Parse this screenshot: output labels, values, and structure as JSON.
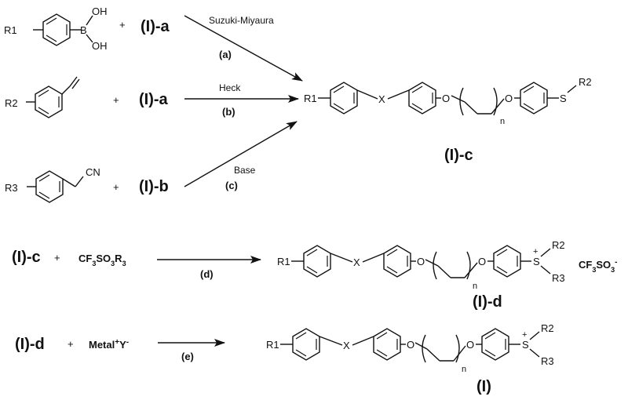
{
  "reactions": {
    "row1": {
      "substituent": "R1",
      "boron": "B",
      "oh_top": "OH",
      "oh_bottom": "OH",
      "plus": "+",
      "reagent": "(I)-a",
      "condition": "Suzuki-Miyaura",
      "step": "(a)"
    },
    "row2": {
      "substituent": "R2",
      "plus": "+",
      "reagent": "(I)-a",
      "condition": "Heck",
      "step": "(b)"
    },
    "row3": {
      "substituent": "R3",
      "nitrile": "CN",
      "plus": "+",
      "reagent": "(I)-b",
      "condition": "Base",
      "step": "(c)"
    },
    "product_c": {
      "r1": "R1",
      "x": "X",
      "o1": "O",
      "o2": "O",
      "n": "n",
      "s": "S",
      "r2": "R2",
      "label": "(I)-c"
    },
    "reaction_d": {
      "reagent1": "(I)-c",
      "plus": "+",
      "reagent2_main": "CF",
      "reagent2_sub3a": "3",
      "reagent2_so": "SO",
      "reagent2_sub3b": "3",
      "reagent2_r": "R",
      "reagent2_sub3c": "3",
      "step": "(d)"
    },
    "product_d": {
      "r1": "R1",
      "x": "X",
      "o1": "O",
      "o2": "O",
      "n": "n",
      "s": "S",
      "charge": "+",
      "r2": "R2",
      "r3": "R3",
      "counterion_main": "CF",
      "counterion_sub1": "3",
      "counterion_so": "SO",
      "counterion_sub2": "3",
      "counterion_charge": "-",
      "label": "(I)-d"
    },
    "reaction_e": {
      "reagent1": "(I)-d",
      "plus": "+",
      "metal": "Metal",
      "metal_charge": "+",
      "anion": "Y",
      "anion_charge": "-",
      "step": "(e)"
    },
    "product_final": {
      "r1": "R1",
      "x": "X",
      "o1": "O",
      "o2": "O",
      "n": "n",
      "s": "S",
      "charge": "+",
      "r2": "R2",
      "r3": "R3",
      "label": "(I)"
    }
  }
}
